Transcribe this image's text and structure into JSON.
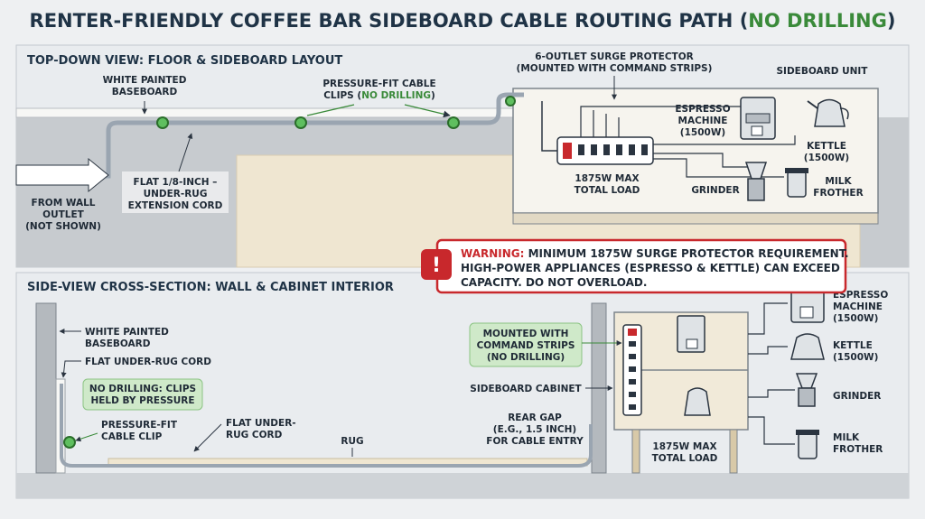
{
  "title": {
    "main": "RENTER-FRIENDLY COFFEE BAR SIDEBOARD CABLE ROUTING PATH (",
    "highlight": "NO DRILLING",
    "end": ")"
  },
  "top_view": {
    "heading": "TOP-DOWN VIEW: FLOOR & SIDEBOARD LAYOUT",
    "baseboard": [
      "WHITE PAINTED",
      "BASEBOARD"
    ],
    "clips": [
      "PRESSURE-FIT CABLE",
      "CLIPS (",
      "NO DRILLING",
      ")"
    ],
    "surge": [
      "6-OUTLET SURGE PROTECTOR",
      "(MOUNTED WITH COMMAND STRIPS)"
    ],
    "sideboard_unit": "SIDEBOARD UNIT",
    "from_wall": [
      "FROM WALL",
      "OUTLET",
      "(NOT SHOWN)"
    ],
    "flat_cord": [
      "FLAT 1/8-INCH –",
      "UNDER-RUG",
      "EXTENSION CORD"
    ],
    "max_load": [
      "1875W MAX",
      "TOTAL LOAD"
    ],
    "espresso": [
      "ESPRESSO",
      "MACHINE",
      "(1500W)"
    ],
    "kettle": [
      "KETTLE",
      "(1500W)"
    ],
    "grinder": "GRINDER",
    "frother": [
      "MILK",
      "FROTHER"
    ]
  },
  "warning": {
    "icon": "!",
    "label": "WARNING:",
    "line1": " MINIMUM 1875W SURGE PROTECTOR REQUIREMENT.",
    "line2": "HIGH-POWER APPLIANCES (ESPRESSO & KETTLE) CAN EXCEED",
    "line3": "CAPACITY. DO NOT OVERLOAD."
  },
  "side_view": {
    "heading": "SIDE-VIEW CROSS-SECTION: WALL & CABINET INTERIOR",
    "baseboard": [
      "WHITE PAINTED",
      "BASEBOARD"
    ],
    "under_rug": "FLAT UNDER-RUG CORD",
    "no_drill": [
      "NO DRILLING: CLIPS",
      "HELD BY PRESSURE"
    ],
    "clip": [
      "PRESSURE-FIT",
      "CABLE CLIP"
    ],
    "flat_cord": [
      "FLAT UNDER-",
      "RUG CORD"
    ],
    "rug": "RUG",
    "mounted": [
      "MOUNTED WITH",
      "COMMAND STRIPS",
      "(NO DRILLING)"
    ],
    "cabinet": "SIDEBOARD CABINET",
    "rear_gap": [
      "REAR GAP",
      "(e.g., 1.5 INCH)",
      "FOR CABLE ENTRY"
    ],
    "max_load": [
      "1875W MAX",
      "TOTAL LOAD"
    ],
    "espresso": [
      "ESPRESSO",
      "MACHINE",
      "(1500W)"
    ],
    "kettle": [
      "KETTLE",
      "(1500W)"
    ],
    "grinder": "GRINDER",
    "frother": [
      "MILK",
      "FROTHER"
    ]
  },
  "colors": {
    "green": "#3a8a3a",
    "red": "#c8282c",
    "cord": "#9aa5b1",
    "floor": "#c9cdd1",
    "wall": "#a4a9ae"
  }
}
